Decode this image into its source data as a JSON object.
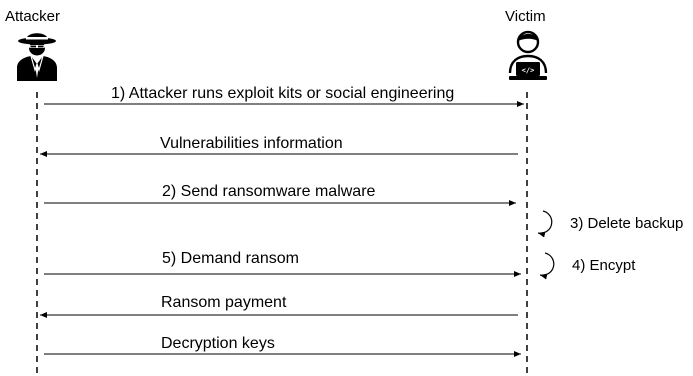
{
  "actors": {
    "attacker": {
      "label": "Attacker",
      "icon": "spy-hacker-icon"
    },
    "victim": {
      "label": "Victim",
      "icon": "user-laptop-icon",
      "laptop_glyph": "</>"
    }
  },
  "messages": [
    {
      "from": "attacker",
      "to": "victim",
      "label": "1) Attacker runs exploit kits or social engineering"
    },
    {
      "from": "victim",
      "to": "attacker",
      "label": "Vulnerabilities information"
    },
    {
      "from": "attacker",
      "to": "victim",
      "label": "2) Send ransomware malware"
    },
    {
      "from": "attacker",
      "to": "victim",
      "label": "5) Demand ransom"
    },
    {
      "from": "victim",
      "to": "attacker",
      "label": "Ransom payment"
    },
    {
      "from": "attacker",
      "to": "victim",
      "label": "Decryption keys"
    }
  ],
  "self_actions": [
    {
      "actor": "victim",
      "label": "3) Delete backup"
    },
    {
      "actor": "victim",
      "label": "4) Encypt"
    }
  ]
}
